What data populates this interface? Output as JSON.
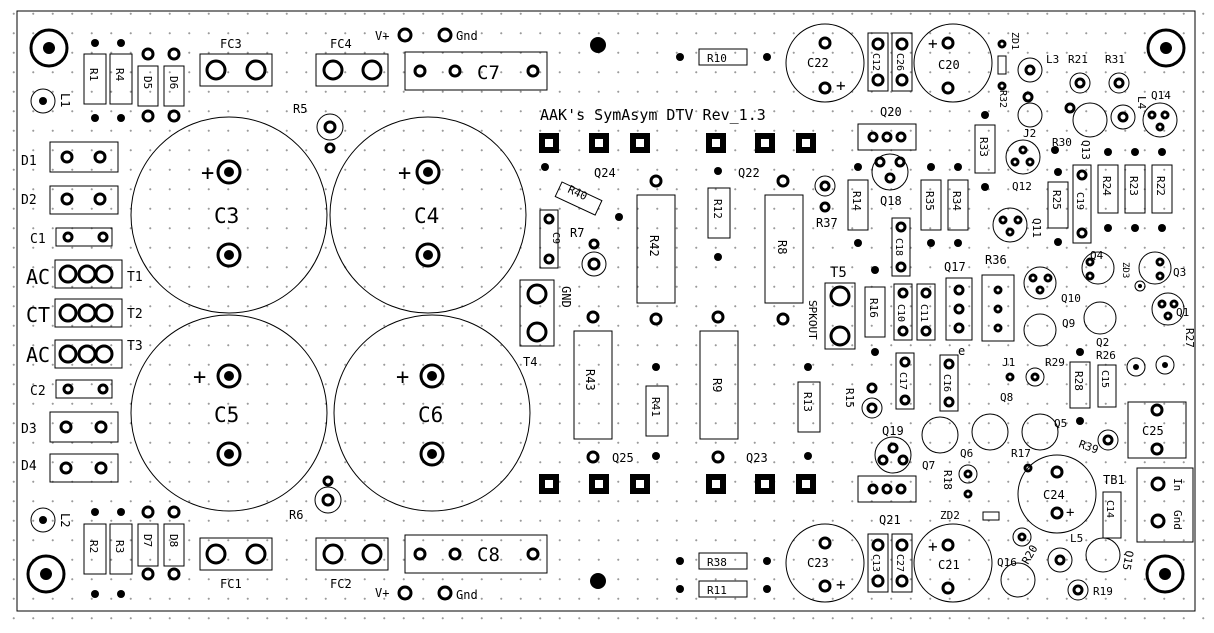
{
  "board": {
    "title": "AAK's SymAsym DTV Rev_1.3"
  },
  "labels": {
    "R1": "R1",
    "R4": "R4",
    "D5": "D5",
    "D6": "D6",
    "FC3": "FC3",
    "FC4": "FC4",
    "Vplus_top": "V+",
    "Gnd_top": "Gnd",
    "C7": "C7",
    "R10": "R10",
    "C22": "C22",
    "C12": "C12",
    "C26": "C26",
    "C20": "C20",
    "ZD1": "ZD1",
    "L3": "L3",
    "R21": "R21",
    "R31": "R31",
    "L1": "L1",
    "R5": "R5",
    "D1": "D1",
    "D2": "D2",
    "C1": "C1",
    "C3": "C3",
    "C4": "C4",
    "R40": "R40",
    "Q24": "Q24",
    "Q22": "Q22",
    "Q20": "Q20",
    "R32": "R32",
    "R33": "R33",
    "J2": "J2",
    "R30": "R30",
    "L4": "L4",
    "Q14": "Q14",
    "Q12": "Q12",
    "Q13": "Q13",
    "R14": "R14",
    "Q18": "Q18",
    "R35": "R35",
    "R34": "R34",
    "R25": "R25",
    "C19": "C19",
    "R24": "R24",
    "R23": "R23",
    "R22": "R22",
    "C9": "C9",
    "R7": "R7",
    "R42": "R42",
    "R12": "R12",
    "R8": "R8",
    "R37": "R37",
    "C18": "C18",
    "Q11": "Q11",
    "R36": "R36",
    "Q4": "Q4",
    "ZD3": "ZD3",
    "Q3": "Q3",
    "AC1": "AC",
    "T1": "T1",
    "CT": "CT",
    "T2": "T2",
    "AC2": "AC",
    "T3": "T3",
    "GND": "GND",
    "T4": "T4",
    "T5": "T5",
    "Q17": "Q17",
    "Q10": "Q10",
    "Q1": "Q1",
    "R16": "R16",
    "C10": "C10",
    "C11": "C11",
    "Q9": "Q9",
    "SPKOUT": "SPKOUT",
    "R27": "R27",
    "Q2": "Q2",
    "R43": "R43",
    "R9": "R9",
    "R41": "R41",
    "R13": "R13",
    "R26": "R26",
    "C5": "C5",
    "C6": "C6",
    "C2": "C2",
    "D3": "D3",
    "D4": "D4",
    "R15": "R15",
    "C17": "C17",
    "C16": "C16",
    "J1": "J1",
    "R29": "R29",
    "R28": "R28",
    "C15": "C15",
    "Q8": "Q8",
    "Q19": "Q19",
    "Q5": "Q5",
    "C25": "C25",
    "R17": "R17",
    "R39": "R39",
    "Q25": "Q25",
    "Q23": "Q23",
    "Q7": "Q7",
    "Q6": "Q6",
    "R18": "R18",
    "C24": "C24",
    "TB1": "TB1",
    "In": "In",
    "Gnd_tb": "Gnd",
    "C14": "C14",
    "ZD2": "ZD2",
    "Q21": "Q21",
    "L2": "L2",
    "R6": "R6",
    "R2": "R2",
    "R3": "R3",
    "D7": "D7",
    "D8": "D8",
    "FC1": "FC1",
    "FC2": "FC2",
    "Vplus_bot": "V+",
    "Gnd_bot": "Gnd",
    "C8": "C8",
    "R38": "R38",
    "R11": "R11",
    "C23": "C23",
    "C13": "C13",
    "C27": "C27",
    "C21": "C21",
    "Q16": "Q16",
    "R20": "R20",
    "L5": "L5",
    "Q15": "Q15",
    "R19": "R19",
    "plus": "+",
    "minus": "e"
  }
}
